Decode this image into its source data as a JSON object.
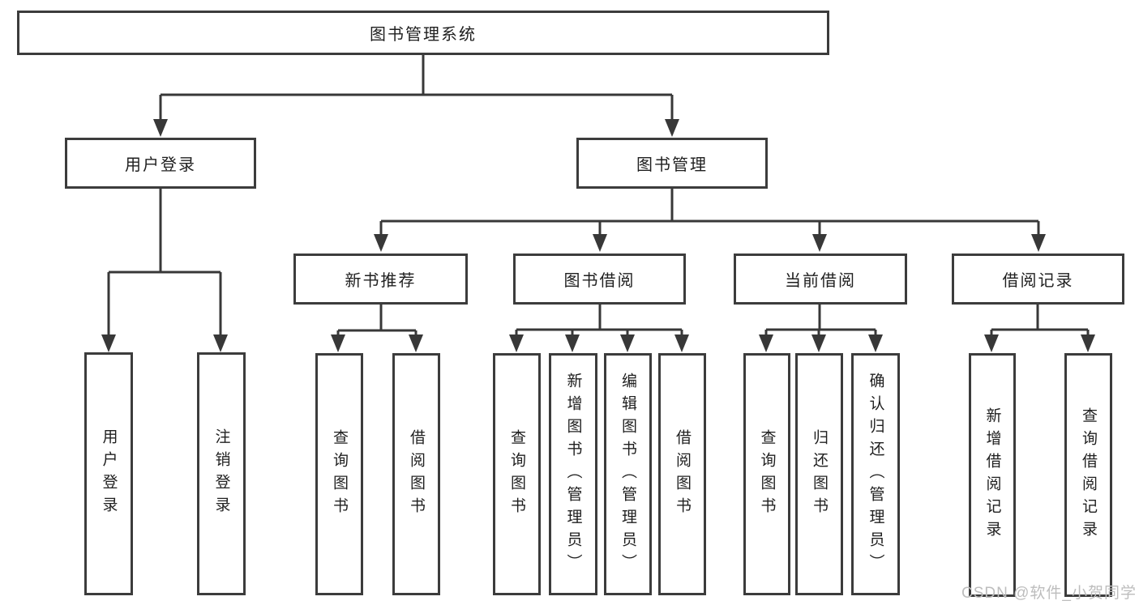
{
  "diagram": {
    "nodes": {
      "root": {
        "label": "图书管理系统"
      },
      "user_login": {
        "label": "用户登录"
      },
      "book_mgmt": {
        "label": "图书管理"
      },
      "new_book_rec": {
        "label": "新书推荐"
      },
      "book_borrow": {
        "label": "图书借阅"
      },
      "current_borrow": {
        "label": "当前借阅"
      },
      "borrow_records": {
        "label": "借阅记录"
      },
      "ul_user_login": {
        "label": "用户登录"
      },
      "ul_logout": {
        "label": "注销登录"
      },
      "nr_query_books": {
        "label": "查询图书"
      },
      "nr_borrow_books": {
        "label": "借阅图书"
      },
      "bb_query_books": {
        "label": "查询图书"
      },
      "bb_add_books": {
        "label": "新增图书（管理员）"
      },
      "bb_edit_books": {
        "label": "编辑图书（管理员）"
      },
      "bb_borrow_books": {
        "label": "借阅图书"
      },
      "cb_query_books": {
        "label": "查询图书"
      },
      "cb_return_books": {
        "label": "归还图书"
      },
      "cb_confirm_return": {
        "label": "确认归还（管理员）"
      },
      "br_add_record": {
        "label": "新增借阅记录"
      },
      "br_query_record": {
        "label": "查询借阅记录"
      }
    },
    "edges": [
      {
        "parent": "root",
        "children": [
          "user_login",
          "book_mgmt"
        ]
      },
      {
        "parent": "user_login",
        "children": [
          "ul_user_login",
          "ul_logout"
        ]
      },
      {
        "parent": "book_mgmt",
        "children": [
          "new_book_rec",
          "book_borrow",
          "current_borrow",
          "borrow_records"
        ]
      },
      {
        "parent": "new_book_rec",
        "children": [
          "nr_query_books",
          "nr_borrow_books"
        ]
      },
      {
        "parent": "book_borrow",
        "children": [
          "bb_query_books",
          "bb_add_books",
          "bb_edit_books",
          "bb_borrow_books"
        ]
      },
      {
        "parent": "current_borrow",
        "children": [
          "cb_query_books",
          "cb_return_books",
          "cb_confirm_return"
        ]
      },
      {
        "parent": "borrow_records",
        "children": [
          "br_add_record",
          "br_query_record"
        ]
      }
    ],
    "watermark": "CSDN @软件_小贺同学",
    "colors": {
      "line": "#383838",
      "border": "#3c3c3c",
      "text": "#1f1f1f",
      "watermark": "#bdbdbd",
      "background": "#ffffff"
    }
  }
}
